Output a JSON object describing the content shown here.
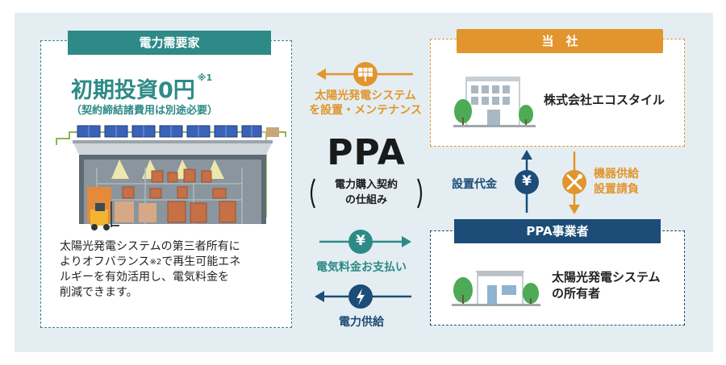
{
  "consumer": {
    "title": "電力需要家",
    "headline": "初期投資0円",
    "headline_note": "※1",
    "sub": "（契約締結諸費用は別途必要）",
    "body_lines": [
      "太陽光発電システムの第三者所有に",
      "よりオフバランス",
      "で再生可能エネ",
      "ルギーを有効活用し、電気料金を",
      "削減できます。"
    ],
    "body_note": "※2"
  },
  "company": {
    "title": "当　社",
    "name": "株式会社エコスタイル"
  },
  "ppa_operator": {
    "title": "PPA事業者",
    "desc_lines": [
      "太陽光発電システム",
      "の所有者"
    ]
  },
  "center": {
    "ppa": "PPA",
    "ppa_sub_lines": [
      "電力購入契約",
      "の仕組み"
    ]
  },
  "flows": {
    "install": [
      "太陽光発電システム",
      "を設置・メンテナンス"
    ],
    "payment": "電気料金お支払い",
    "supply": "電力供給",
    "install_fee": "設置代金",
    "equipment": [
      "機器供給",
      "設置請負"
    ],
    "yen_symbol": "¥"
  },
  "colors": {
    "teal": "#2d8a87",
    "orange": "#e1952c",
    "navy": "#1c4c77",
    "green": "#4daa55",
    "background": "#e4eef2"
  }
}
